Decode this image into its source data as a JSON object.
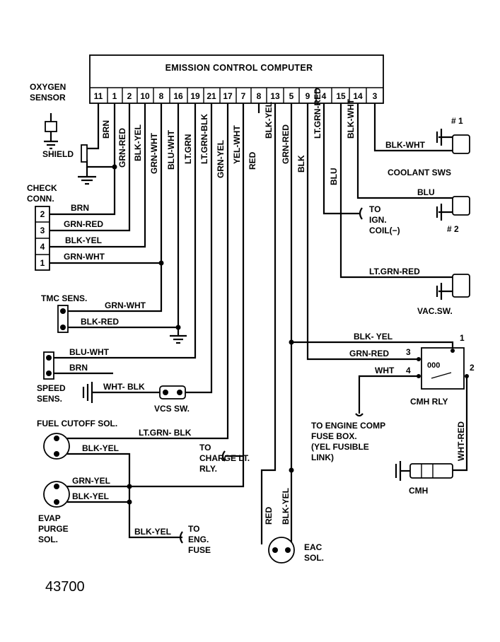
{
  "computer": {
    "title": "EMISSION CONTROL COMPUTER",
    "pins": [
      "11",
      "1",
      "2",
      "10",
      "8",
      "16",
      "19",
      "21",
      "17",
      "7",
      "8",
      "13",
      "5",
      "9",
      "4",
      "15",
      "14",
      "3"
    ]
  },
  "wire_colors": {
    "p11": "BRN",
    "p1": "GRN-RED",
    "p2": "BLK-YEL",
    "p10": "GRN-WHT",
    "p8": "BLU-WHT",
    "p16": "LT.GRN",
    "p19": "LT.GRN-BLK",
    "p21": "GRN-YEL",
    "p17": "YEL-WHT",
    "p7": "RED",
    "p8b": "BLK-YEL",
    "p13": "GRN-RED",
    "p5": "BLK",
    "p9": "LT.GRN-RED",
    "p4": "BLU",
    "p15": "BLK-WHT"
  },
  "components": {
    "oxygen_sensor": "OXYGEN\nSENSOR",
    "shield": "SHIELD",
    "check_conn": "CHECK\nCONN.",
    "check_pins": [
      "2",
      "3",
      "4",
      "1"
    ],
    "tmc_sens": "TMC SENS.",
    "speed_sens": "SPEED\nSENS.",
    "vcs_sw": "VCS SW.",
    "fuel_cutoff": "FUEL CUTOFF SOL.",
    "evap_purge": "EVAP\nPURGE\nSOL.",
    "eac_sol": "EAC\nSOL.",
    "coolant_sws": "COOLANT SWS",
    "coolant_1": "# 1",
    "coolant_2": "# 2",
    "to_ign_coil": "TO\nIGN.\nCOIL(−)",
    "vac_sw": "VAC.SW.",
    "cmh_rly": "CMH RLY",
    "cmh": "CMH",
    "to_charge": "TO\nCHARGE LT.\nRLY.",
    "to_eng_comp": "TO ENGINE COMP\nFUSE BOX.\n(YEL FUSIBLE\nLINK)",
    "to_eng_fuse": "TO\nENG.\nFUSE",
    "rly_terms": [
      "1",
      "3",
      "4",
      "2"
    ],
    "rly_contacts": "000"
  },
  "side_labels": {
    "check_brn": "BRN",
    "check_grn_red": "GRN-RED",
    "check_blk_yel": "BLK-YEL",
    "check_grn_wht": "GRN-WHT",
    "tmc_grn_wht": "GRN-WHT",
    "tmc_blk_red": "BLK-RED",
    "speed_blu_wht": "BLU-WHT",
    "speed_brn": "BRN",
    "vcs_wht_blk": "WHT- BLK",
    "fuel_lt_grn_blk": "LT.GRN- BLK",
    "fuel_blk_yel": "BLK-YEL",
    "evap_grn_yel": "GRN-YEL",
    "evap_blk_yel": "BLK-YEL",
    "evap_blk_yel2": "BLK-YEL",
    "eac_red": "RED",
    "eac_blk_yel": "BLK-YEL",
    "c1_blk_wht": "BLK-WHT",
    "c2_blu": "BLU",
    "vac_lt_grn_red": "LT.GRN-RED",
    "rly_blk_yel": "BLK- YEL",
    "rly_grn_red": "GRN-RED",
    "rly_wht": "WHT",
    "cmh_wht_red": "WHT-RED"
  },
  "figure_number": "43700"
}
